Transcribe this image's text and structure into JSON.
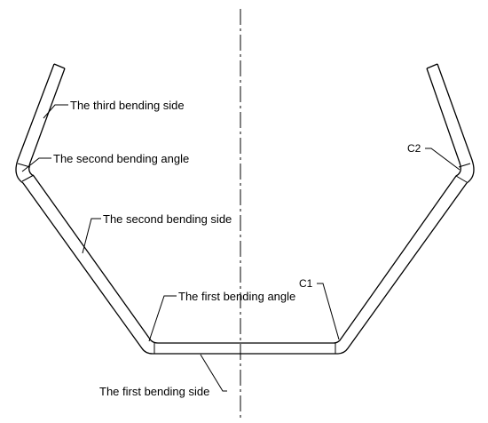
{
  "labels": {
    "third_side": "The third bending side",
    "second_angle": "The second bending angle",
    "second_side": "The second bending side",
    "first_angle": "The first bending angle",
    "first_side": "The first bending side",
    "c1": "C1",
    "c2": "C2"
  },
  "colors": {
    "line": "#000000",
    "background": "#ffffff"
  }
}
